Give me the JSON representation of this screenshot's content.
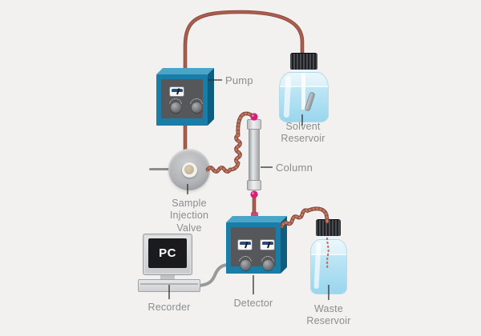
{
  "diagram": {
    "labels": {
      "pump": "Pump",
      "solvent_reservoir": "Solvent\nReservoir",
      "sample_injection_valve": "Sample\nInjection\nValve",
      "column": "Column",
      "detector": "Detector",
      "recorder": "Recorder",
      "waste_reservoir": "Waste\nReservoir"
    },
    "recorder": {
      "screen_text": "PC"
    },
    "colors": {
      "background": "#f2f1f0",
      "tubing_outline": "#8d4b3f",
      "tubing_fill": "#ad5f4d",
      "coil_fill": "#c27b60",
      "coil_shadow": "#6f3a30",
      "device_blue": "#1a7da8",
      "device_panel": "#56575b",
      "fitting_magenta": "#d81f77",
      "liquid_blue": "#99d6ee",
      "cable_gray": "#98999b",
      "label_text": "#8b8c8e"
    }
  }
}
